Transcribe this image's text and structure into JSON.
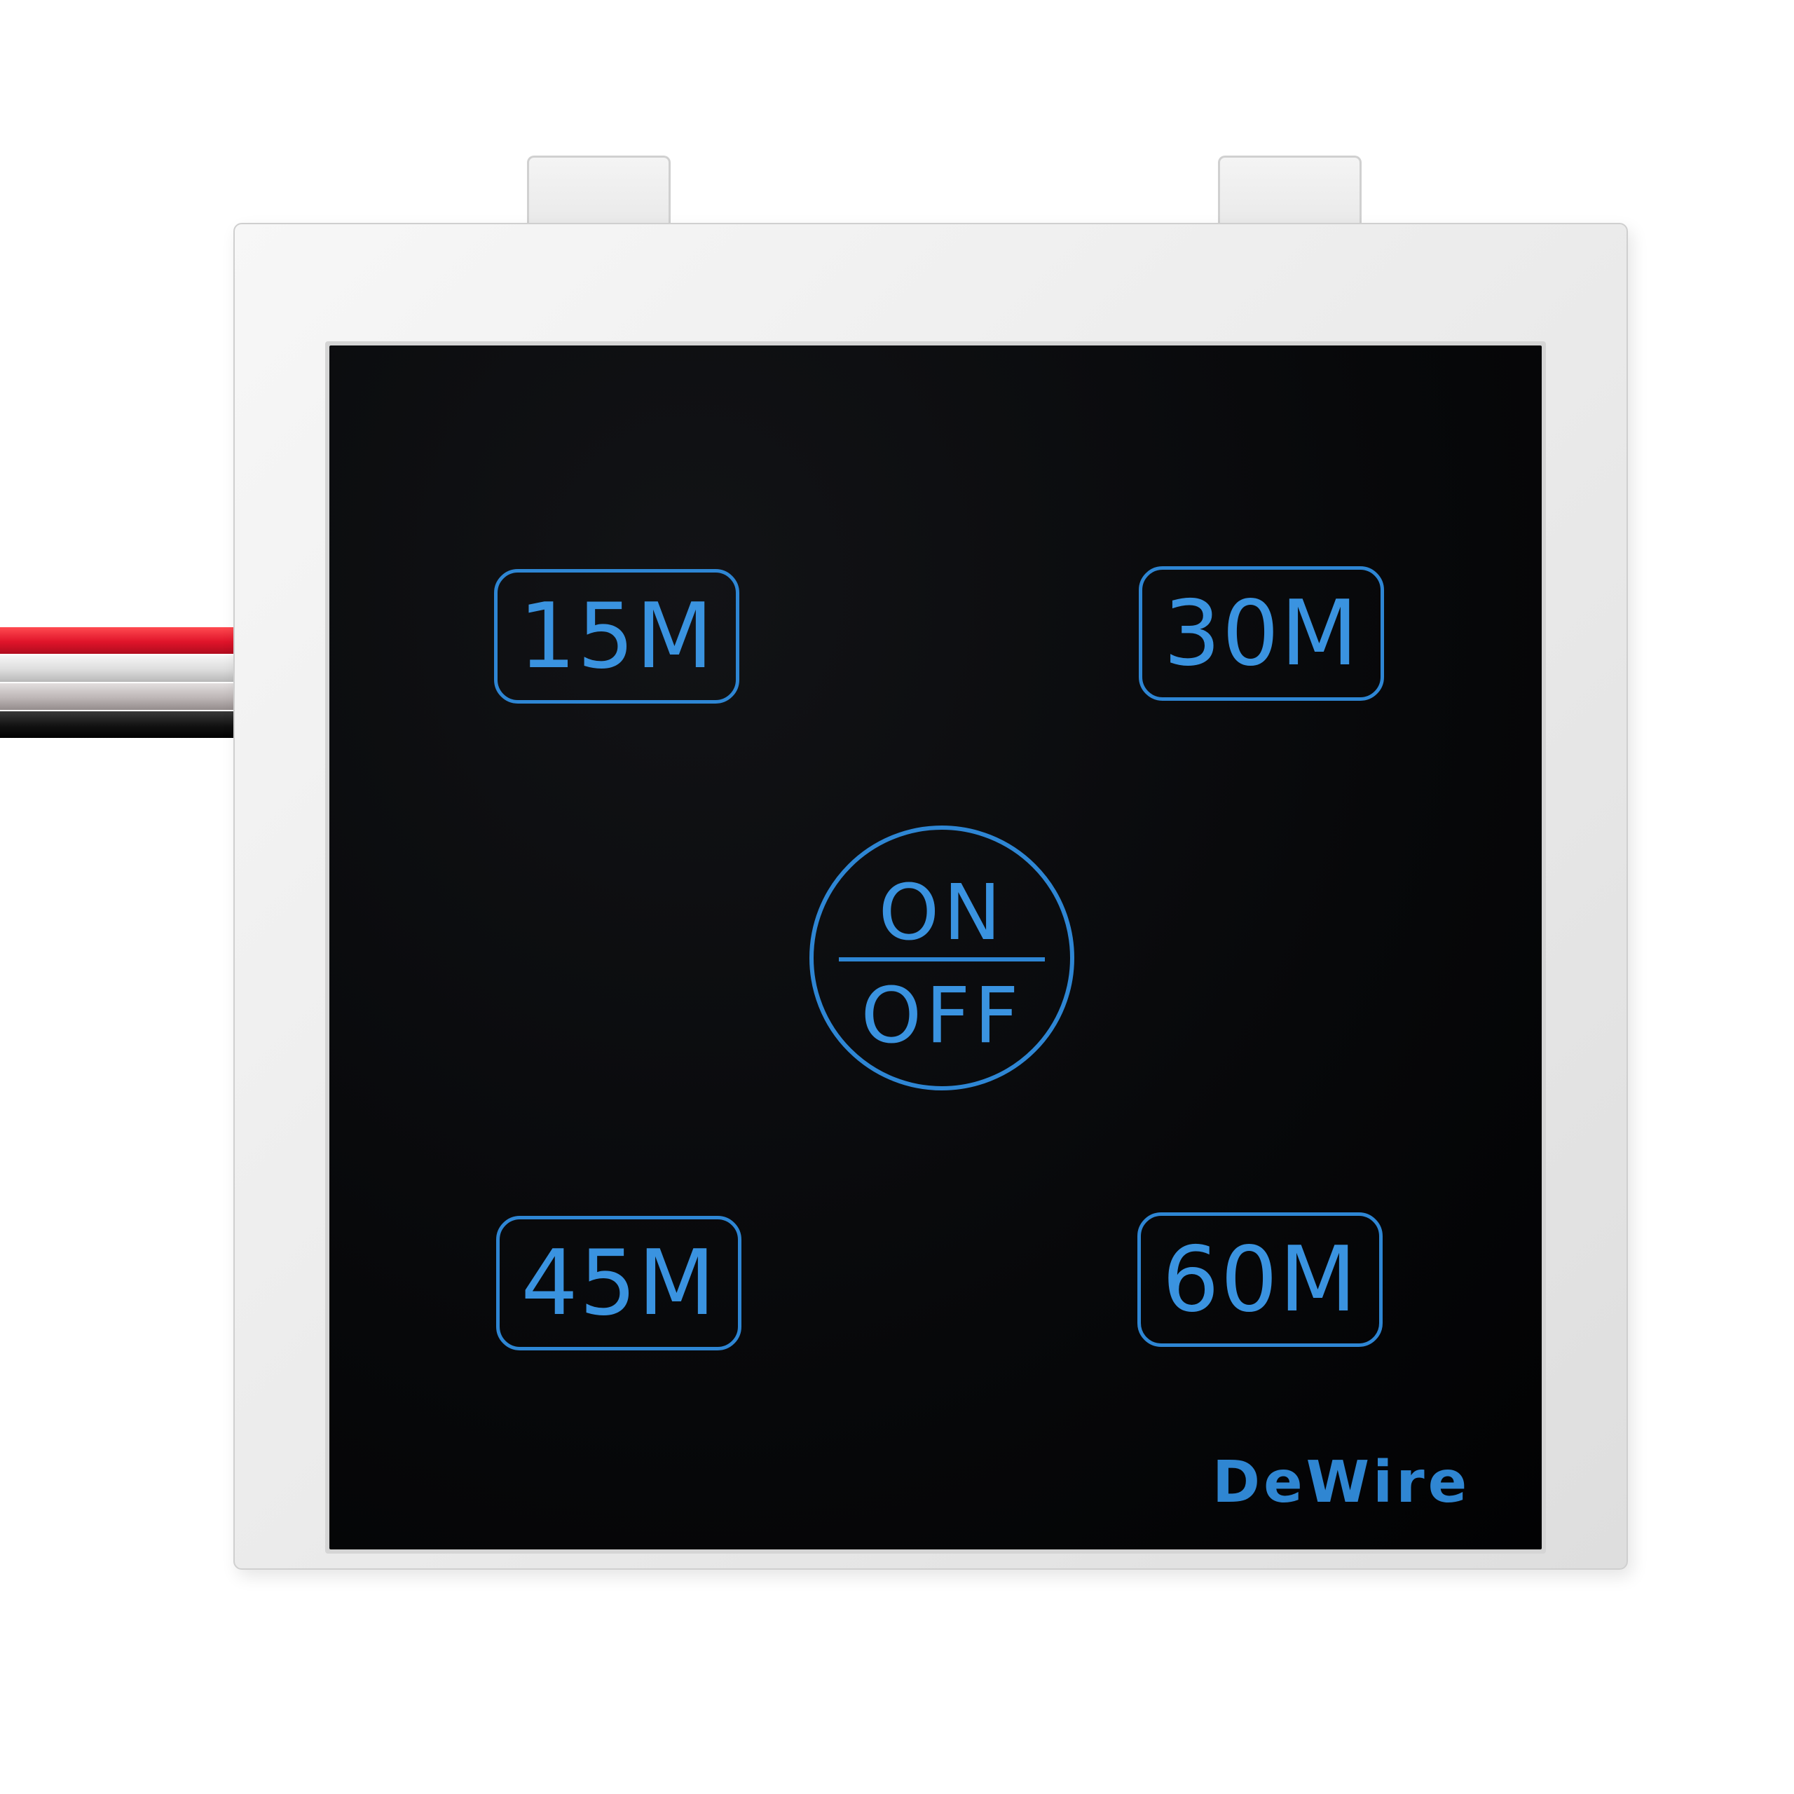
{
  "device": {
    "timer_buttons": [
      {
        "label": "15M"
      },
      {
        "label": "30M"
      },
      {
        "label": "45M"
      },
      {
        "label": "60M"
      }
    ],
    "power_button": {
      "on_label": "ON",
      "off_label": "OFF"
    },
    "brand": "DeWire",
    "accent_color": "#3a93e0",
    "panel_color": "#07080a",
    "frame_color": "#ebebeb",
    "wire_colors": [
      "red",
      "white",
      "gray",
      "black"
    ]
  }
}
